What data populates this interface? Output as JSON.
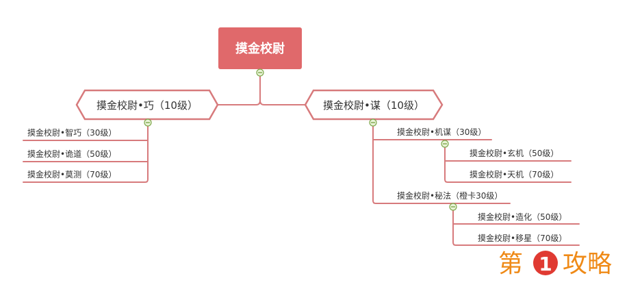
{
  "mindmap": {
    "root": {
      "label": "摸金校尉"
    },
    "branches": [
      {
        "label": "摸金校尉•巧（10级）",
        "children": [
          {
            "label": "摸金校尉•智巧（30级）"
          },
          {
            "label": "摸金校尉•诡道（50级）"
          },
          {
            "label": "摸金校尉•莫测（70级）"
          }
        ]
      },
      {
        "label": "摸金校尉•谋（10级）",
        "children": [
          {
            "label": "摸金校尉•机谋（30级）",
            "children": [
              {
                "label": "摸金校尉•玄机（50级）"
              },
              {
                "label": "摸金校尉•天机（70级）"
              }
            ]
          },
          {
            "label": "摸金校尉•秘法（橙卡30级）",
            "children": [
              {
                "label": "摸金校尉•造化（50级）"
              },
              {
                "label": "摸金校尉•移星（70级）"
              }
            ]
          }
        ]
      }
    ]
  },
  "watermark": {
    "prefix": "第",
    "number": "1",
    "suffix": "攻略"
  },
  "colors": {
    "root_fill": "#e0696b",
    "line": "#d77a7c",
    "collapse_fill": "#e8f3d6",
    "collapse_stroke": "#7fa84d",
    "watermark_orange": "#ef8a17",
    "watermark_red": "#e03a32"
  }
}
